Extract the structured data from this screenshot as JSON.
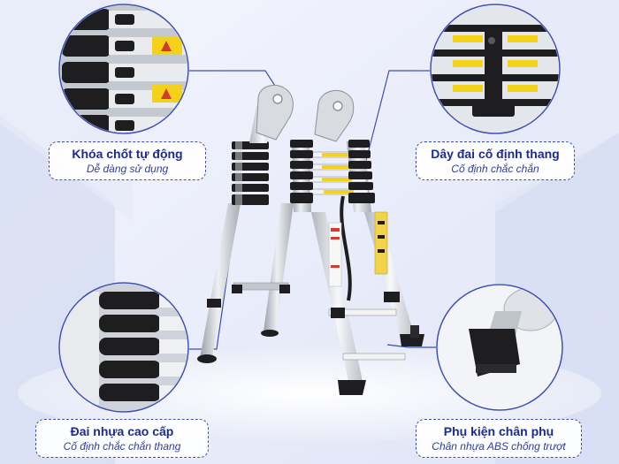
{
  "callouts": [
    {
      "id": "khoa",
      "title": "Khóa chốt tự động",
      "subtitle": "Dễ dàng sử dụng"
    },
    {
      "id": "day",
      "title": "Dây đai cố định thang",
      "subtitle": "Cố định chắc chắn"
    },
    {
      "id": "dai",
      "title": "Đai nhựa cao cấp",
      "subtitle": "Cố định chắc chắn thang"
    },
    {
      "id": "phu",
      "title": "Phụ kiện chân phụ",
      "subtitle": "Chân nhựa ABS chống trượt"
    }
  ],
  "colors": {
    "accent": "#3d4fb5",
    "title_text": "#1c2b8c",
    "background": "#eef1fb",
    "ladder_rail": "#c9cdd3",
    "ladder_black": "#1e1e20",
    "warning_label": "#f5d21a"
  }
}
